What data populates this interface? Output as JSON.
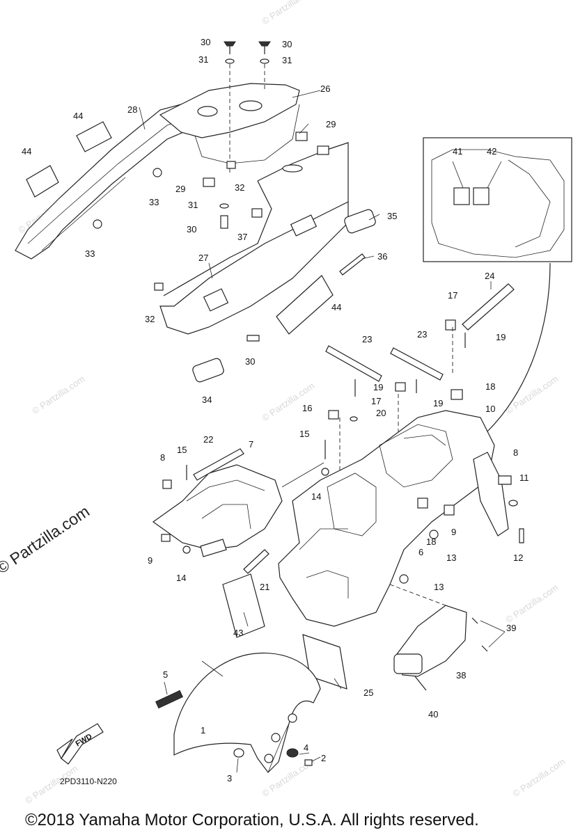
{
  "labels": [
    "1",
    "2",
    "3",
    "4",
    "5",
    "6",
    "7",
    "8",
    "8",
    "9",
    "9",
    "10",
    "11",
    "12",
    "13",
    "13",
    "14",
    "14",
    "15",
    "15",
    "16",
    "17",
    "17",
    "18",
    "18",
    "19",
    "19",
    "19",
    "20",
    "21",
    "22",
    "23",
    "23",
    "24",
    "25",
    "26",
    "27",
    "28",
    "29",
    "29",
    "30",
    "30",
    "30",
    "30",
    "31",
    "31",
    "31",
    "32",
    "32",
    "33",
    "33",
    "34",
    "35",
    "36",
    "37",
    "38",
    "39",
    "40",
    "41",
    "42",
    "43",
    "44",
    "44",
    "44"
  ],
  "diagram_code": "2PD3110-N220",
  "fwd": "FWD",
  "watermark": "© Partzilla.com",
  "copyright": "©2018 Yamaha Motor Corporation, U.S.A. All rights reserved."
}
